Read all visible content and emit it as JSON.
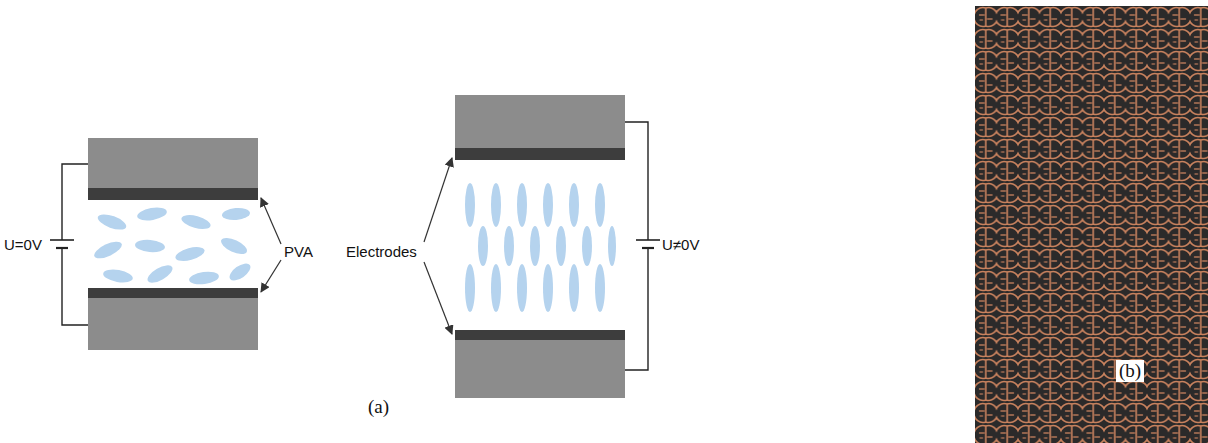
{
  "diagram": {
    "labels": [
      "U=0V",
      "PVA",
      "Electrodes",
      "U≠0V",
      "(a)",
      "(b)"
    ]
  }
}
